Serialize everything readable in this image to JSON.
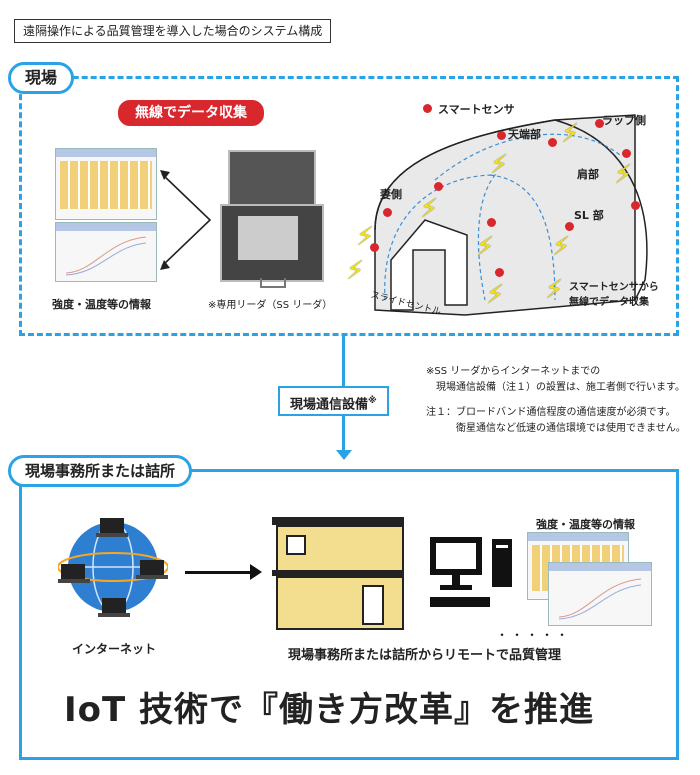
{
  "title": "遠隔操作による品質管理を導入した場合のシステム構成",
  "site": {
    "label": "現場",
    "wireless_label": "無線でデータ収集",
    "info_caption": "強度・温度等の情報",
    "reader_caption": "※専用リーダ（SS リーダ）",
    "sensor_legend": "スマートセンサ",
    "tunnel_labels": {
      "crown": "天端部",
      "lap": "ラップ側",
      "shoulder": "肩部",
      "side": "妻側",
      "sl": "SL 部",
      "centre": "スライドセントル"
    },
    "bolt_legend_line1": "スマートセンサから",
    "bolt_legend_line2": "無線でデータ収集"
  },
  "comm": {
    "label": "現場通信設備",
    "mark": "※",
    "note_line1": "※SS リーダからインターネットまでの",
    "note_line2": "現場通信設備（注１）の設置は、施工者側で行います。",
    "note2_line1": "注１：ブロードバンド通信程度の通信速度が必須です。",
    "note2_line2": "衛星通信など低速の通信環境では使用できません。"
  },
  "office": {
    "label": "現場事務所または詰所",
    "internet_caption": "インターネット",
    "info_caption": "強度・温度等の情報",
    "remote_caption": "現場事務所または詰所からリモートで品質管理",
    "emphasis_dots": "・・・・・",
    "slogan": "IoT 技術で『働き方改革』を推進"
  },
  "colors": {
    "accent": "#29a3e6",
    "red": "#d9272e",
    "bolt": "#f2e21a"
  }
}
